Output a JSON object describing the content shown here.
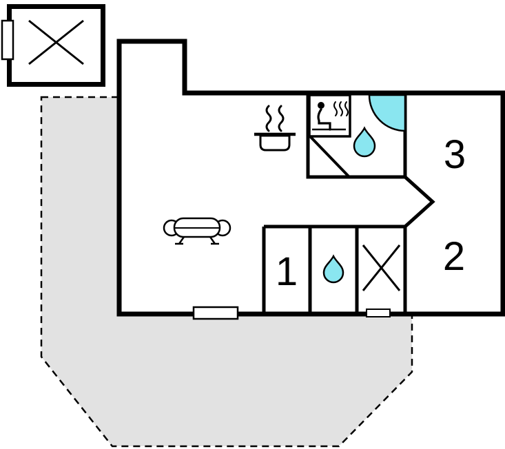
{
  "scene": {
    "type": "holiday-home-floor-plan"
  },
  "rooms": {
    "room1": {
      "label": "1"
    },
    "room2": {
      "label": "2"
    },
    "room3": {
      "label": "3"
    }
  },
  "colors": {
    "water": "#8AE6F0",
    "terrace_fill": "#E2E2E2",
    "wall": "#000000",
    "floor": "#FFFFFF"
  },
  "icons": {
    "sofa": "sofa-icon",
    "stove": "stove-icon",
    "sauna": "sauna-icon",
    "corner_shower": "corner-shower-icon",
    "water_drop": "water-drop-icon",
    "crossed_area": "crossed-area-icon",
    "window": "window-marker"
  }
}
